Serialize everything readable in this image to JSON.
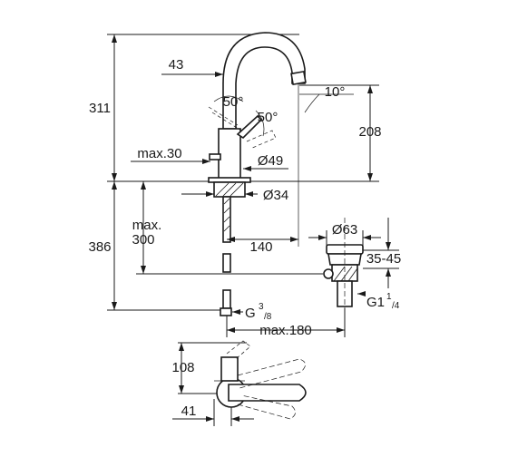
{
  "drawing": {
    "labels": {
      "d311": "311",
      "d43": "43",
      "a50_top": "50°",
      "a50_right": "50°",
      "a10": "10°",
      "d208": "208",
      "dmax30": "max.30",
      "dia49": "Ø49",
      "dia34": "Ø34",
      "dmax_line1": "max.",
      "dmax_line2": "300",
      "d386": "386",
      "d140": "140",
      "dia63": "Ø63",
      "d3545": "35-45",
      "g38_main": "G",
      "g38_sup": "3",
      "g38_sub": "/8",
      "g114_main": "G1",
      "g114_sup": "1",
      "g114_sub": "/4",
      "dmax180": "max.180",
      "d108": "108",
      "d41": "41"
    }
  }
}
